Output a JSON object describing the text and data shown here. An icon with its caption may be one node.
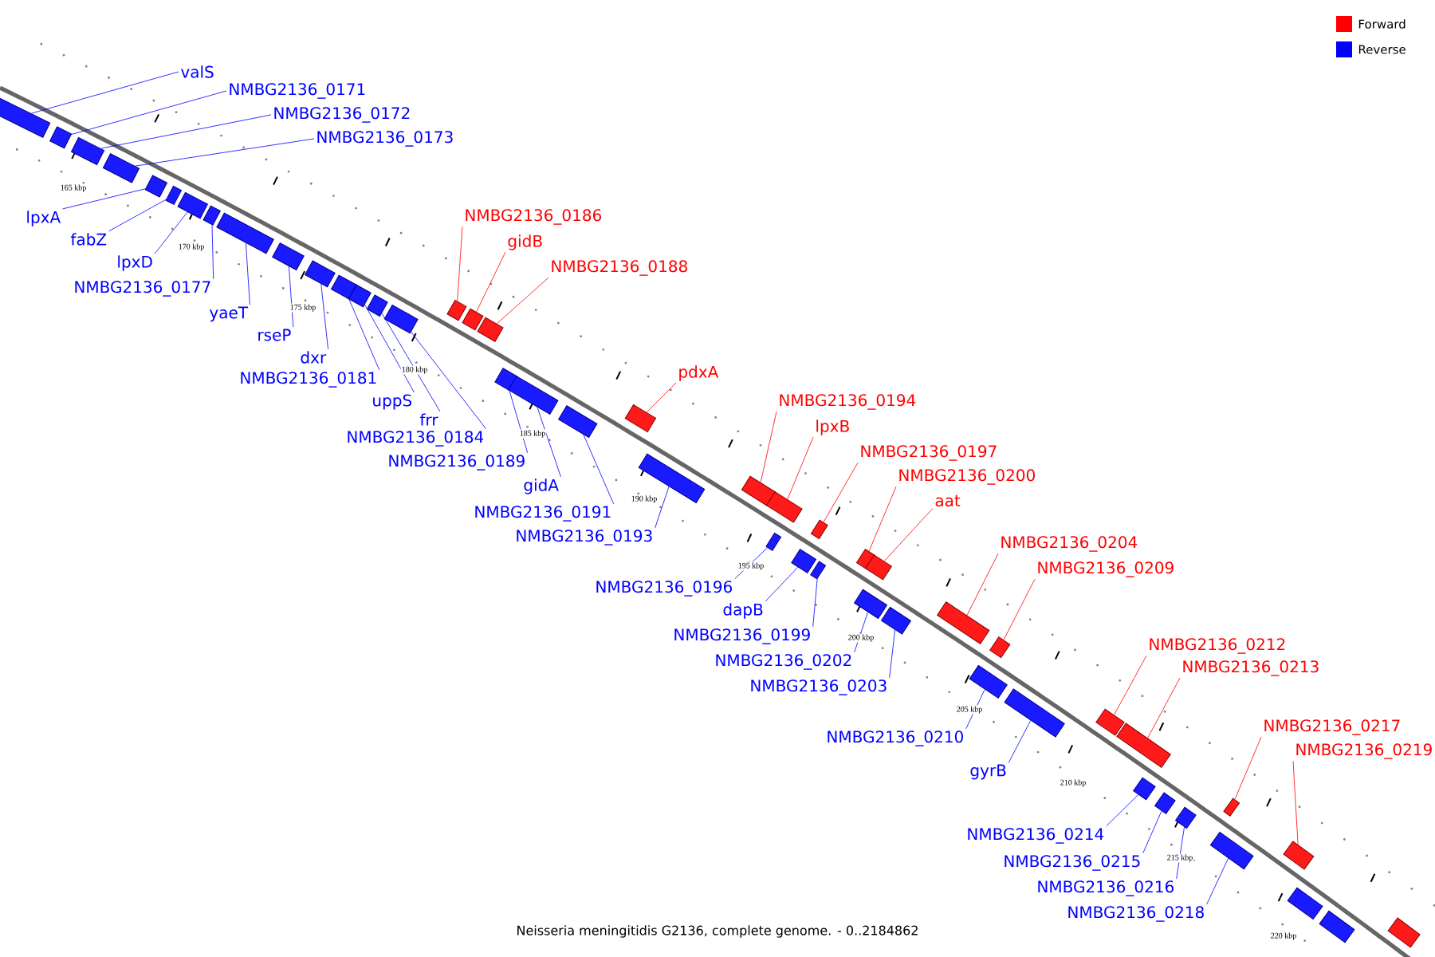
{
  "diagram": {
    "caption": "Neisseria meningitidis G2136, complete genome. - 0..2184862",
    "nodes": [
      {
        "text": [
          "valS"
        ]
      },
      {
        "text": [
          "NMBG2136_0171"
        ]
      },
      {
        "text": [
          "NMBG2136_0172"
        ]
      },
      {
        "text": [
          "NMBG2136_0173"
        ]
      },
      {
        "text": [
          "lpxA"
        ]
      },
      {
        "text": [
          "fabZ"
        ]
      },
      {
        "text": [
          "lpxD"
        ]
      },
      {
        "text": [
          "NMBG2136_0177"
        ]
      },
      {
        "text": [
          "yaeT"
        ]
      },
      {
        "text": [
          "rseP"
        ]
      },
      {
        "text": [
          "dxr"
        ]
      },
      {
        "text": [
          "NMBG2136_0181"
        ]
      },
      {
        "text": [
          "uppS"
        ]
      },
      {
        "text": [
          "frr"
        ]
      },
      {
        "text": [
          "NMBG2136_0184"
        ]
      },
      {
        "text": [
          "NMBG2136_0189"
        ]
      },
      {
        "text": [
          "gidA"
        ]
      },
      {
        "text": [
          "NMBG2136_0191"
        ]
      },
      {
        "text": [
          "NMBG2136_0193"
        ]
      },
      {
        "text": [
          "NMBG2136_0196"
        ]
      },
      {
        "text": [
          "dapB"
        ]
      },
      {
        "text": [
          "NMBG2136_0199"
        ]
      },
      {
        "text": [
          "NMBG2136_0202"
        ]
      },
      {
        "text": [
          "NMBG2136_0203"
        ]
      },
      {
        "text": [
          "NMBG2136_0210"
        ]
      },
      {
        "text": [
          "gyrB"
        ]
      },
      {
        "text": [
          "NMBG2136_0214"
        ]
      },
      {
        "text": [
          "NMBG2136_0215"
        ]
      },
      {
        "text": [
          "NMBG2136_0216"
        ]
      },
      {
        "text": [
          "NMBG2136_0218"
        ]
      },
      {
        "text": [
          "NMBG2136_0186"
        ]
      },
      {
        "text": [
          "gidB"
        ]
      },
      {
        "text": [
          "NMBG2136_0188"
        ]
      },
      {
        "text": [
          "pdxA"
        ]
      },
      {
        "text": [
          "NMBG2136_0194"
        ]
      },
      {
        "text": [
          "lpxB"
        ]
      },
      {
        "text": [
          "NMBG2136_0197"
        ]
      },
      {
        "text": [
          "NMBG2136_0200"
        ]
      },
      {
        "text": [
          "aat"
        ]
      },
      {
        "text": [
          "NMBG2136_0204"
        ]
      },
      {
        "text": [
          "NMBG2136_0209"
        ]
      },
      {
        "text": [
          "NMBG2136_0212"
        ]
      },
      {
        "text": [
          "NMBG2136_0213"
        ]
      },
      {
        "text": [
          "NMBG2136_0217"
        ]
      },
      {
        "text": [
          "NMBG2136_0219"
        ]
      },
      {
        "text": [],
        "shape": "box"
      },
      {
        "text": [],
        "shape": "box"
      },
      {
        "text": [],
        "shape": "box"
      },
      {
        "text": [],
        "shape": "box"
      },
      {
        "text": [],
        "shape": "box"
      },
      {
        "text": [],
        "shape": "box"
      },
      {
        "text": [],
        "shape": "box"
      },
      {
        "text": [],
        "shape": "box"
      },
      {
        "text": [],
        "shape": "box"
      },
      {
        "text": [],
        "shape": "box"
      },
      {
        "text": [],
        "shape": "box"
      },
      {
        "text": [],
        "shape": "box"
      },
      {
        "text": [],
        "shape": "box"
      },
      {
        "text": [],
        "shape": "box"
      },
      {
        "text": [],
        "shape": "box"
      },
      {
        "text": [],
        "shape": "box"
      },
      {
        "text": [],
        "shape": "box"
      },
      {
        "text": [],
        "shape": "box"
      },
      {
        "text": [],
        "shape": "box"
      },
      {
        "text": [],
        "shape": "box"
      },
      {
        "text": [],
        "shape": "box"
      },
      {
        "text": [],
        "shape": "box"
      },
      {
        "text": [],
        "shape": "box"
      },
      {
        "text": [],
        "shape": "box"
      },
      {
        "text": [],
        "shape": "box"
      },
      {
        "text": [],
        "shape": "box"
      },
      {
        "text": [],
        "shape": "box"
      },
      {
        "text": [],
        "shape": "box"
      },
      {
        "text": [],
        "shape": "box"
      },
      {
        "text": [],
        "shape": "box"
      },
      {
        "text": [],
        "shape": "box"
      },
      {
        "text": [],
        "shape": "box"
      },
      {
        "text": [],
        "shape": "box"
      },
      {
        "text": [],
        "shape": "box"
      },
      {
        "text": [],
        "shape": "box"
      },
      {
        "text": [],
        "shape": "box"
      },
      {
        "text": [],
        "shape": "box"
      },
      {
        "text": [],
        "shape": "box"
      },
      {
        "text": [],
        "shape": "box"
      },
      {
        "text": [],
        "shape": "box"
      },
      {
        "text": [],
        "shape": "box"
      },
      {
        "text": [],
        "shape": "box"
      },
      {
        "text": [],
        "shape": "box"
      },
      {
        "text": [],
        "shape": "box"
      },
      {
        "text": [],
        "shape": "box"
      },
      {
        "text": [],
        "shape": "box"
      },
      {
        "text": [],
        "shape": "box"
      },
      {
        "text": [],
        "shape": "box"
      }
    ],
    "edges": [
      {
        "from": 0,
        "to": 45,
        "arrow": "none"
      },
      {
        "from": 1,
        "to": 46,
        "arrow": "none"
      },
      {
        "from": 2,
        "to": 47,
        "arrow": "none"
      },
      {
        "from": 3,
        "to": 48,
        "arrow": "none"
      },
      {
        "from": 4,
        "to": 49,
        "arrow": "none"
      },
      {
        "from": 5,
        "to": 50,
        "arrow": "none"
      },
      {
        "from": 6,
        "to": 51,
        "arrow": "none"
      },
      {
        "from": 7,
        "to": 52,
        "arrow": "none"
      },
      {
        "from": 8,
        "to": 53,
        "arrow": "none"
      },
      {
        "from": 9,
        "to": 54,
        "arrow": "none"
      },
      {
        "from": 10,
        "to": 55,
        "arrow": "none"
      },
      {
        "from": 11,
        "to": 56,
        "arrow": "none"
      },
      {
        "from": 12,
        "to": 57,
        "arrow": "none"
      },
      {
        "from": 13,
        "to": 58,
        "arrow": "none"
      },
      {
        "from": 14,
        "to": 59,
        "arrow": "none"
      },
      {
        "from": 15,
        "to": 60,
        "arrow": "none"
      },
      {
        "from": 16,
        "to": 61,
        "arrow": "none"
      },
      {
        "from": 17,
        "to": 62,
        "arrow": "none"
      },
      {
        "from": 18,
        "to": 63,
        "arrow": "none"
      },
      {
        "from": 19,
        "to": 64,
        "arrow": "none"
      },
      {
        "from": 20,
        "to": 65,
        "arrow": "none"
      },
      {
        "from": 21,
        "to": 66,
        "arrow": "none"
      },
      {
        "from": 22,
        "to": 67,
        "arrow": "none"
      },
      {
        "from": 23,
        "to": 68,
        "arrow": "none"
      },
      {
        "from": 24,
        "to": 69,
        "arrow": "none"
      },
      {
        "from": 25,
        "to": 70,
        "arrow": "none"
      },
      {
        "from": 26,
        "to": 71,
        "arrow": "none"
      },
      {
        "from": 27,
        "to": 72,
        "arrow": "none"
      },
      {
        "from": 28,
        "to": 73,
        "arrow": "none"
      },
      {
        "from": 29,
        "to": 74,
        "arrow": "none"
      },
      {
        "from": 30,
        "to": 75,
        "arrow": "none",
        "color": "#ff0000"
      },
      {
        "from": 31,
        "to": 76,
        "arrow": "none",
        "color": "#ff0000"
      },
      {
        "from": 32,
        "to": 77,
        "arrow": "none",
        "color": "#ff0000"
      },
      {
        "from": 33,
        "to": 78,
        "arrow": "none",
        "color": "#ff0000"
      },
      {
        "from": 34,
        "to": 79,
        "arrow": "none",
        "color": "#ff0000"
      },
      {
        "from": 35,
        "to": 80,
        "arrow": "none",
        "color": "#ff0000"
      },
      {
        "from": 36,
        "to": 81,
        "arrow": "none",
        "color": "#ff0000"
      },
      {
        "from": 37,
        "to": 82,
        "arrow": "none",
        "color": "#ff0000"
      },
      {
        "from": 38,
        "to": 83,
        "arrow": "none",
        "color": "#ff0000"
      },
      {
        "from": 39,
        "to": 84,
        "arrow": "none",
        "color": "#ff0000"
      },
      {
        "from": 40,
        "to": 85,
        "arrow": "none",
        "color": "#ff0000"
      },
      {
        "from": 41,
        "to": 86,
        "arrow": "none",
        "color": "#ff0000"
      },
      {
        "from": 42,
        "to": 87,
        "arrow": "none",
        "color": "#ff0000"
      },
      {
        "from": 43,
        "to": 88,
        "arrow": "none",
        "color": "#ff0000"
      },
      {
        "from": 44,
        "to": 89,
        "arrow": "none",
        "color": "#ff0000"
      }
    ],
    "labels": [
      "165 kbp",
      "170 kbp",
      "175 kbp",
      "180 kbp",
      "185 kbp",
      "190 kbp",
      "195 kbp",
      "200 kbp",
      "205 kbp",
      "210 kbp",
      "215 kbp",
      "220 kbp"
    ],
    "legend": [
      {
        "text": "Forward",
        "color": "#ff0000"
      },
      {
        "text": "Reverse",
        "color": "#0000ff"
      }
    ]
  }
}
